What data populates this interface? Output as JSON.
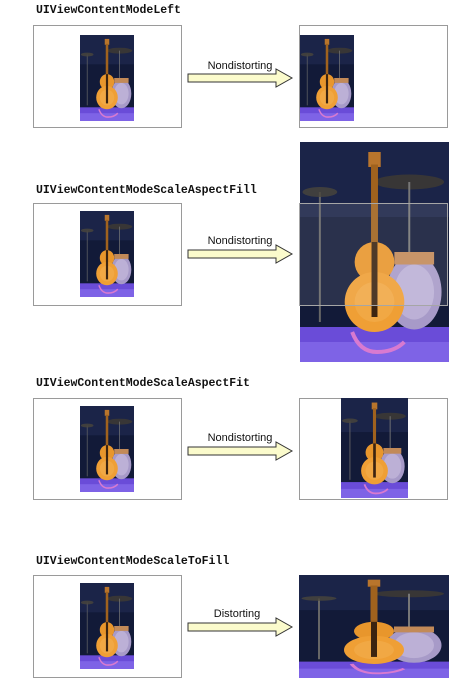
{
  "rows": [
    {
      "title": "UIViewContentModeLeft",
      "arrow_label": "Nondistorting"
    },
    {
      "title": "UIViewContentModeScaleAspectFill",
      "arrow_label": "Nondistorting"
    },
    {
      "title": "UIViewContentModeScaleAspectFit",
      "arrow_label": "Nondistorting"
    },
    {
      "title": "UIViewContentModeScaleToFill",
      "arrow_label": "Distorting"
    }
  ],
  "colors": {
    "arrow_fill": "#fbfbcc",
    "arrow_stroke": "#333333",
    "frame_border": "#9a9a9a",
    "photo_background": "#121a38",
    "guitar_body": "#e8962c",
    "floor": "#6a4cd8"
  }
}
